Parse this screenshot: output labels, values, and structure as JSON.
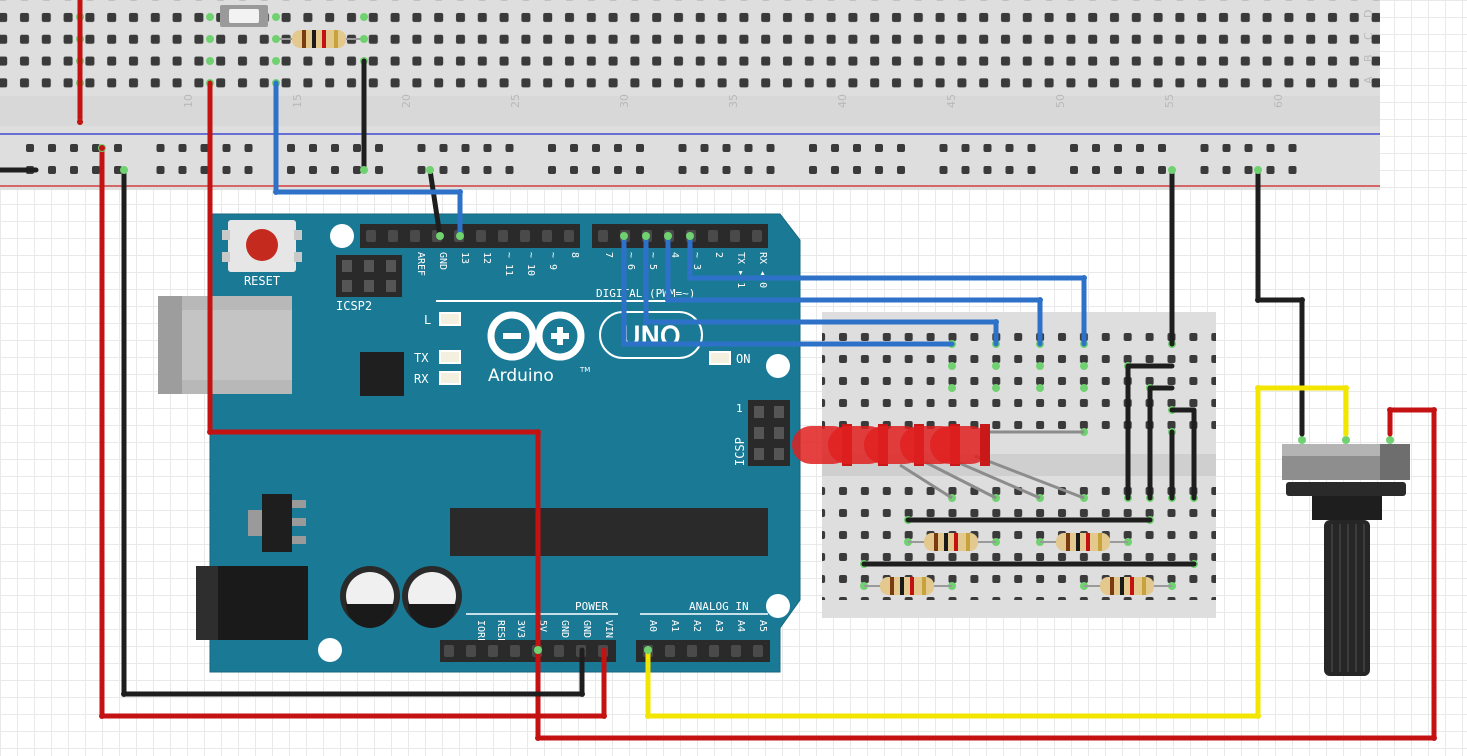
{
  "breadboard_top": {
    "column_numbers": [
      "10",
      "15",
      "20",
      "25",
      "30",
      "35",
      "40",
      "45",
      "50",
      "55",
      "60"
    ],
    "row_letters": [
      "D",
      "C",
      "B",
      "A"
    ]
  },
  "arduino": {
    "brand": "Arduino",
    "trademark": "TM",
    "model": "UNO",
    "reset_label": "RESET",
    "icsp2_label": "ICSP2",
    "icsp_label": "ICSP",
    "icsp_pin1": "1",
    "digital_label": "DIGITAL (PWM=~)",
    "led_l_label": "L",
    "led_tx_label": "TX",
    "led_rx_label": "RX",
    "led_on_label": "ON",
    "power_label": "POWER",
    "analog_label": "ANALOG IN",
    "top_pins": [
      "AREF",
      "GND",
      "13",
      "12",
      "~ 11",
      "~ 10",
      "~ 9",
      "8"
    ],
    "top_pins2": [
      "7",
      "~ 6",
      "~ 5",
      "4",
      "~ 3",
      "2",
      "TX ▸ 1",
      "RX ◂ 0"
    ],
    "power_pins": [
      "IOREF",
      "RESET",
      "3V3",
      "5V",
      "GND",
      "GND",
      "VIN"
    ],
    "analog_pins": [
      "A0",
      "A1",
      "A2",
      "A3",
      "A4",
      "A5"
    ]
  },
  "colors": {
    "board": "#1a7a96",
    "wire_red": "#c41212",
    "wire_black": "#1e1e1e",
    "wire_blue": "#2d72c8",
    "wire_yellow": "#f2e600",
    "led_red": "#e02020"
  }
}
